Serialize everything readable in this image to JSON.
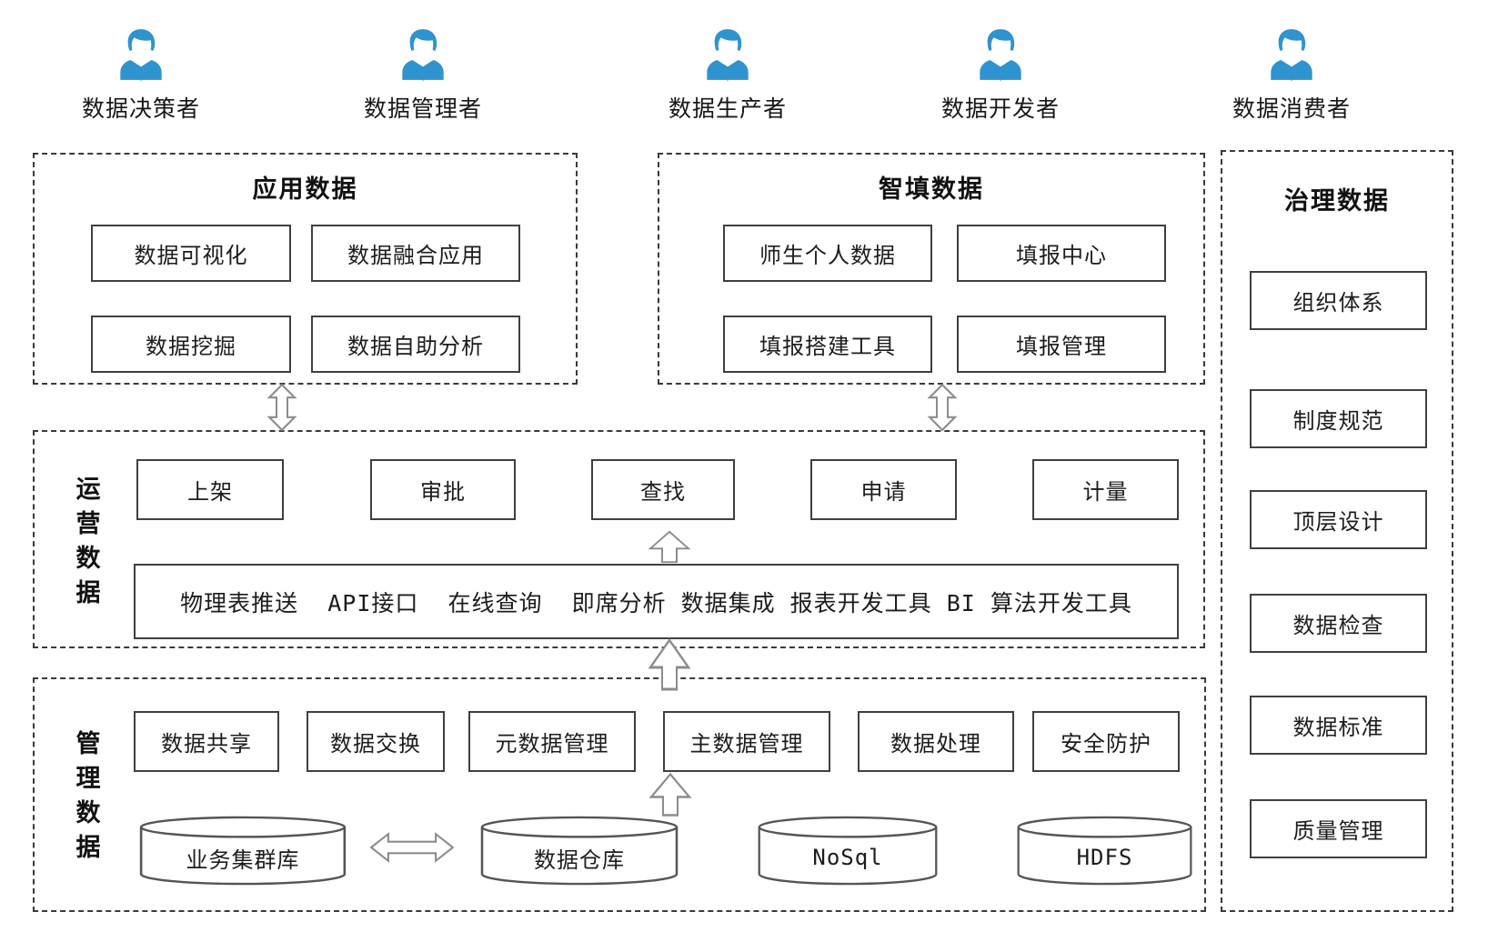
{
  "colors": {
    "actor_blue": "#2E93CE",
    "box_line": "#3f3f3f",
    "dashed_line": "#3a3a3a",
    "arrow_gray": "#8c8c8c"
  },
  "actors": [
    {
      "label": "数据决策者"
    },
    {
      "label": "数据管理者"
    },
    {
      "label": "数据生产者"
    },
    {
      "label": "数据开发者"
    },
    {
      "label": "数据消费者"
    }
  ],
  "sections": {
    "application": {
      "title": "应用数据",
      "items": [
        "数据可视化",
        "数据融合应用",
        "数据挖掘",
        "数据自助分析"
      ]
    },
    "smart_fill": {
      "title": "智填数据",
      "items": [
        "师生个人数据",
        "填报中心",
        "填报搭建工具",
        "填报管理"
      ]
    },
    "governance": {
      "title": "治理数据",
      "items": [
        "组织体系",
        "制度规范",
        "顶层设计",
        "数据检查",
        "数据标准",
        "质量管理"
      ]
    },
    "operation": {
      "title": "运营数据",
      "items": [
        "上架",
        "审批",
        "查找",
        "申请",
        "计量"
      ],
      "tools": "物理表推送  API接口  在线查询  即席分析 数据集成 报表开发工具 BI 算法开发工具"
    },
    "management": {
      "title": "管理数据",
      "items": [
        "数据共享",
        "数据交换",
        "元数据管理",
        "主数据管理",
        "数据处理",
        "安全防护"
      ],
      "stores": [
        "业务集群库",
        "数据仓库",
        "NoSql",
        "HDFS"
      ]
    }
  }
}
